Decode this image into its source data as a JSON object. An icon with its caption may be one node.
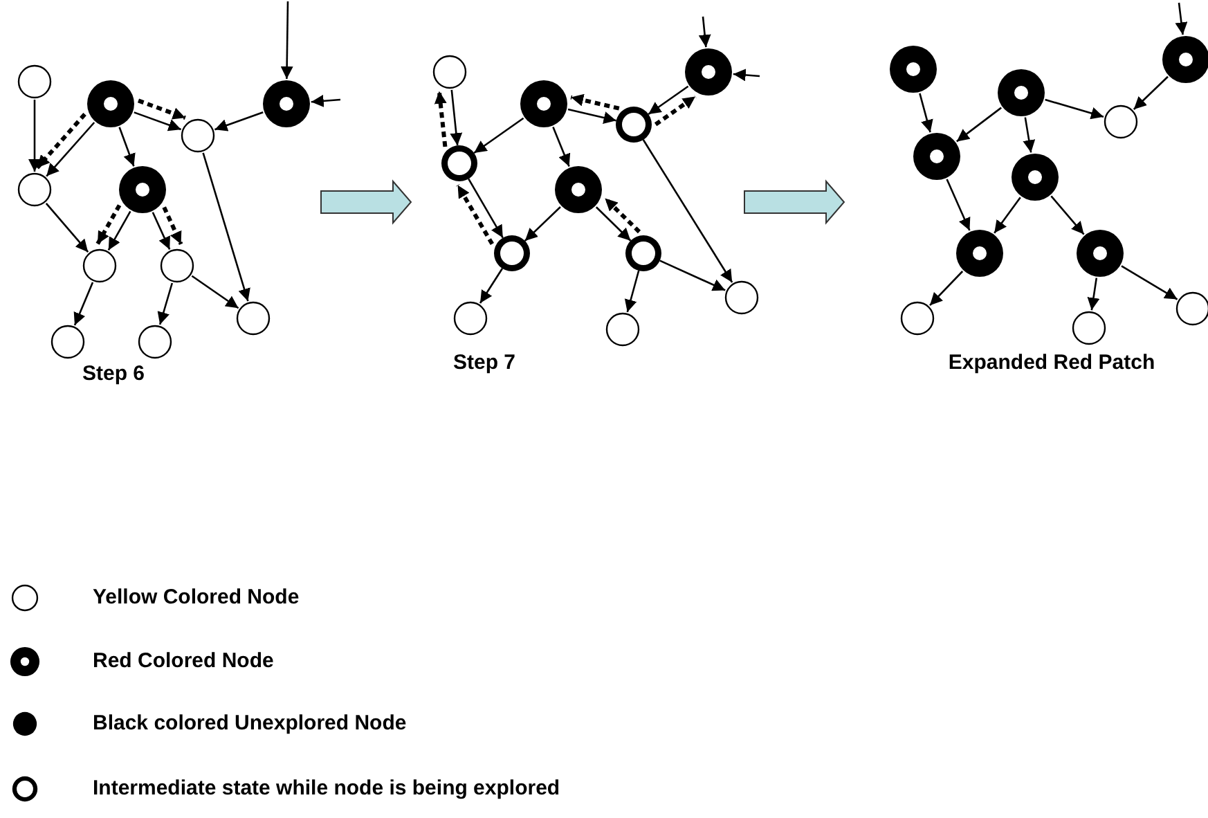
{
  "diagram": {
    "nodes": [
      {
        "text": [],
        "shape": "circle"
      },
      {
        "text": [],
        "shape": "doughnut"
      },
      {
        "text": [],
        "shape": "doughnut"
      },
      {
        "text": [],
        "shape": "circle"
      },
      {
        "text": [],
        "shape": "circle"
      },
      {
        "text": [],
        "shape": "doughnut"
      },
      {
        "text": [],
        "shape": "circle"
      },
      {
        "text": [],
        "shape": "circle"
      },
      {
        "text": [],
        "shape": "circle"
      },
      {
        "text": [],
        "shape": "circle"
      },
      {
        "text": [],
        "shape": "circle"
      },
      {
        "text": [],
        "shape": "circle"
      },
      {
        "text": [],
        "shape": "doughnut"
      },
      {
        "text": [],
        "shape": "doughnut"
      },
      {
        "text": [],
        "shape": "ring"
      },
      {
        "text": [],
        "shape": "ring"
      },
      {
        "text": [],
        "shape": "doughnut"
      },
      {
        "text": [],
        "shape": "ring"
      },
      {
        "text": [],
        "shape": "ring"
      },
      {
        "text": [],
        "shape": "circle"
      },
      {
        "text": [],
        "shape": "circle"
      },
      {
        "text": [],
        "shape": "circle"
      },
      {
        "text": [],
        "shape": "doughnut"
      },
      {
        "text": [],
        "shape": "doughnut"
      },
      {
        "text": [],
        "shape": "doughnut"
      },
      {
        "text": [],
        "shape": "circle"
      },
      {
        "text": [],
        "shape": "doughnut"
      },
      {
        "text": [],
        "shape": "doughnut"
      },
      {
        "text": [],
        "shape": "doughnut"
      },
      {
        "text": [],
        "shape": "doughnut"
      },
      {
        "text": [],
        "shape": "circle"
      },
      {
        "text": [],
        "shape": "circle"
      },
      {
        "text": [],
        "shape": "circle"
      }
    ],
    "edges": [
      {
        "from": null,
        "to": 2,
        "arrow": "to"
      },
      {
        "from": null,
        "to": 2,
        "arrow": "to"
      },
      {
        "from": 0,
        "to": 4,
        "arrow": "to"
      },
      {
        "from": 1,
        "to": 4,
        "arrow": "to"
      },
      {
        "from": 1,
        "to": 3,
        "arrow": "to"
      },
      {
        "from": 1,
        "to": 5,
        "arrow": "to"
      },
      {
        "from": 2,
        "to": 3,
        "arrow": "to"
      },
      {
        "from": 3,
        "to": 10,
        "arrow": "to"
      },
      {
        "from": 4,
        "to": 6,
        "arrow": "to"
      },
      {
        "from": 5,
        "to": 6,
        "arrow": "to"
      },
      {
        "from": 5,
        "to": 7,
        "arrow": "to"
      },
      {
        "from": 6,
        "to": 8,
        "arrow": "to"
      },
      {
        "from": 7,
        "to": 9,
        "arrow": "to"
      },
      {
        "from": 7,
        "to": 10,
        "arrow": "to"
      },
      {
        "from": 1,
        "to": 3,
        "arrow": "to",
        "style": "dashed"
      },
      {
        "from": 1,
        "to": 4,
        "arrow": "to",
        "style": "dashed"
      },
      {
        "from": 5,
        "to": 6,
        "arrow": "to",
        "style": "dashed"
      },
      {
        "from": 5,
        "to": 7,
        "arrow": "to",
        "style": "dashed"
      },
      {
        "from": null,
        "to": 13,
        "arrow": "to"
      },
      {
        "from": null,
        "to": 13,
        "arrow": "to"
      },
      {
        "from": 11,
        "to": 15,
        "arrow": "to"
      },
      {
        "from": 12,
        "to": 15,
        "arrow": "to"
      },
      {
        "from": 12,
        "to": 14,
        "arrow": "to"
      },
      {
        "from": 12,
        "to": 16,
        "arrow": "to"
      },
      {
        "from": 13,
        "to": 14,
        "arrow": "to"
      },
      {
        "from": 14,
        "to": 21,
        "arrow": "to"
      },
      {
        "from": 15,
        "to": 17,
        "arrow": "to"
      },
      {
        "from": 16,
        "to": 17,
        "arrow": "to"
      },
      {
        "from": 16,
        "to": 18,
        "arrow": "to"
      },
      {
        "from": 17,
        "to": 19,
        "arrow": "to"
      },
      {
        "from": 18,
        "to": 20,
        "arrow": "to"
      },
      {
        "from": 18,
        "to": 21,
        "arrow": "to"
      },
      {
        "from": 15,
        "to": 11,
        "arrow": "to",
        "style": "dashed"
      },
      {
        "from": 17,
        "to": 15,
        "arrow": "to",
        "style": "dashed"
      },
      {
        "from": 14,
        "to": 12,
        "arrow": "to",
        "style": "dashed"
      },
      {
        "from": 14,
        "to": 13,
        "arrow": "to",
        "style": "dashed"
      },
      {
        "from": 18,
        "to": 16,
        "arrow": "to",
        "style": "dashed"
      },
      {
        "from": null,
        "to": 24,
        "arrow": "to"
      },
      {
        "from": 22,
        "to": 26,
        "arrow": "to"
      },
      {
        "from": 23,
        "to": 26,
        "arrow": "to"
      },
      {
        "from": 23,
        "to": 27,
        "arrow": "to"
      },
      {
        "from": 23,
        "to": 25,
        "arrow": "to"
      },
      {
        "from": 24,
        "to": 25,
        "arrow": "to"
      },
      {
        "from": 26,
        "to": 28,
        "arrow": "to"
      },
      {
        "from": 27,
        "to": 28,
        "arrow": "to"
      },
      {
        "from": 27,
        "to": 29,
        "arrow": "to"
      },
      {
        "from": 28,
        "to": 30,
        "arrow": "to"
      },
      {
        "from": 29,
        "to": 31,
        "arrow": "to"
      },
      {
        "from": 29,
        "to": 32,
        "arrow": "to"
      }
    ],
    "labels": [
      "Step 6",
      "Step 7",
      "Expanded Red Patch"
    ],
    "legend": [
      {
        "text": "Yellow Colored Node"
      },
      {
        "text": "Red Colored Node"
      },
      {
        "text": "Black colored Unexplored Node"
      },
      {
        "text": "Intermediate state while node is being explored"
      }
    ]
  }
}
